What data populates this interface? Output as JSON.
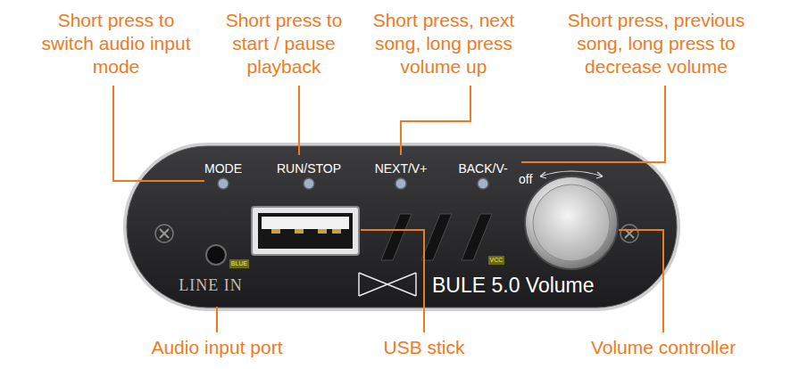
{
  "diagram": {
    "labels": [
      "Short press to switch audio input mode",
      "Short press to start / pause playback",
      "Short press, next song, long press volume up",
      "Short press, previous song, long press to decrease volume",
      "MODE",
      "RUN/STOP",
      "NEXT/V+",
      "BACK/V-",
      "off",
      "LINE IN",
      "BLUE",
      "VCC",
      "BULE 5.0 Volume",
      "Audio input port",
      "USB stick",
      "Volume controller"
    ]
  }
}
